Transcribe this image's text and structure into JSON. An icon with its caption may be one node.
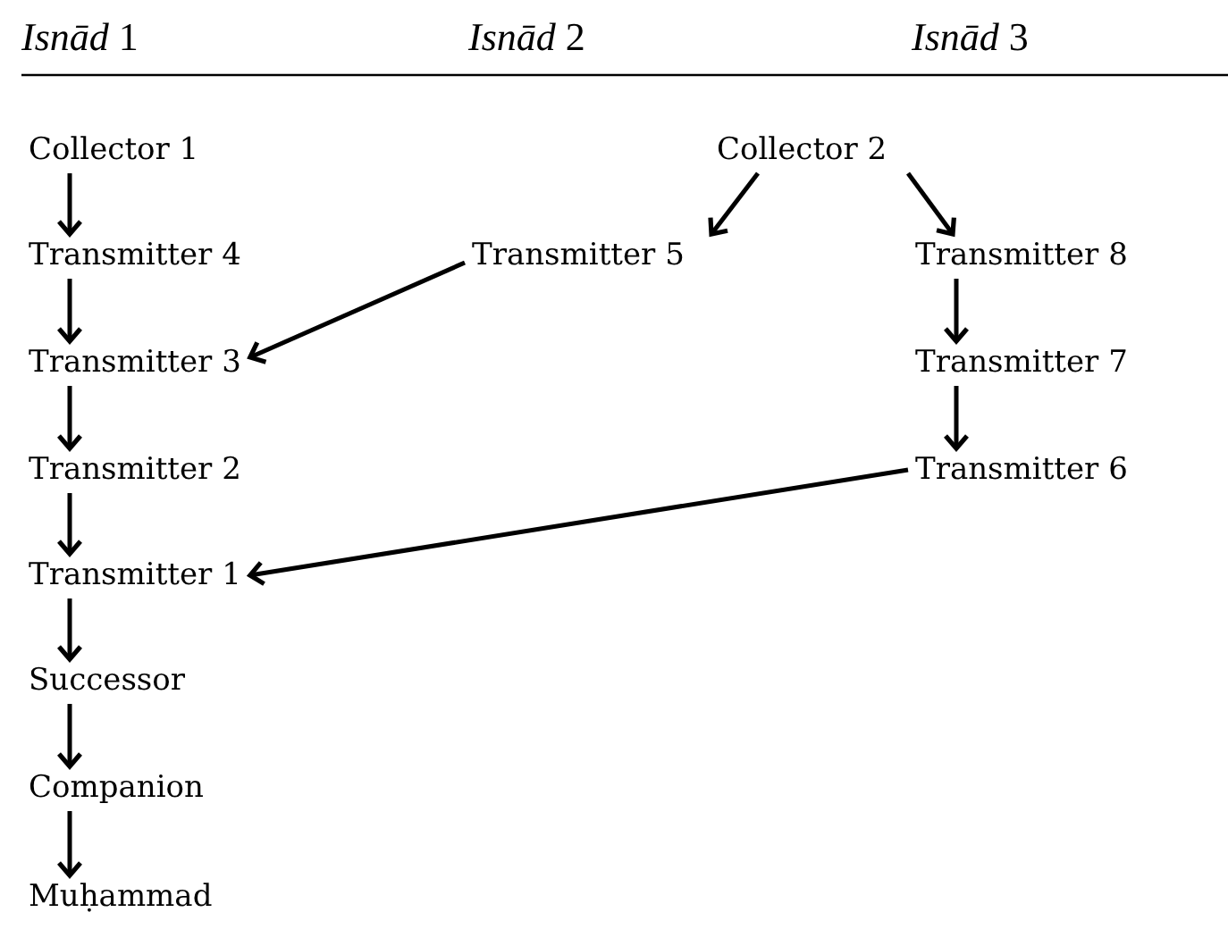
{
  "diagram": {
    "nodes": [
      {
        "text": [
          "Collector 1"
        ]
      },
      {
        "text": [
          "Collector 2"
        ]
      },
      {
        "text": [
          "Transmitter 4"
        ]
      },
      {
        "text": [
          "Transmitter 5"
        ]
      },
      {
        "text": [
          "Transmitter 8"
        ]
      },
      {
        "text": [
          "Transmitter 3"
        ]
      },
      {
        "text": [
          "Transmitter 7"
        ]
      },
      {
        "text": [
          "Transmitter 2"
        ]
      },
      {
        "text": [
          "Transmitter 6"
        ]
      },
      {
        "text": [
          "Transmitter 1"
        ]
      },
      {
        "text": [
          "Successor"
        ]
      },
      {
        "text": [
          "Companion"
        ]
      },
      {
        "text": [
          "Muḥammad"
        ]
      }
    ],
    "edges": [
      {
        "from": 0,
        "to": 2,
        "arrow": "to"
      },
      {
        "from": 2,
        "to": 5,
        "arrow": "to"
      },
      {
        "from": 5,
        "to": 7,
        "arrow": "to"
      },
      {
        "from": 7,
        "to": 9,
        "arrow": "to"
      },
      {
        "from": 9,
        "to": 10,
        "arrow": "to"
      },
      {
        "from": 10,
        "to": 11,
        "arrow": "to"
      },
      {
        "from": 11,
        "to": 12,
        "arrow": "to"
      },
      {
        "from": 1,
        "to": 3,
        "arrow": "to"
      },
      {
        "from": 1,
        "to": 4,
        "arrow": "to"
      },
      {
        "from": 4,
        "to": 6,
        "arrow": "to"
      },
      {
        "from": 6,
        "to": 8,
        "arrow": "to"
      },
      {
        "from": 3,
        "to": 5,
        "arrow": "to"
      },
      {
        "from": 8,
        "to": 9,
        "arrow": "to"
      }
    ],
    "labels": [
      "*Isnād* 1",
      "*Isnād* 2",
      "*Isnād* 3"
    ]
  }
}
